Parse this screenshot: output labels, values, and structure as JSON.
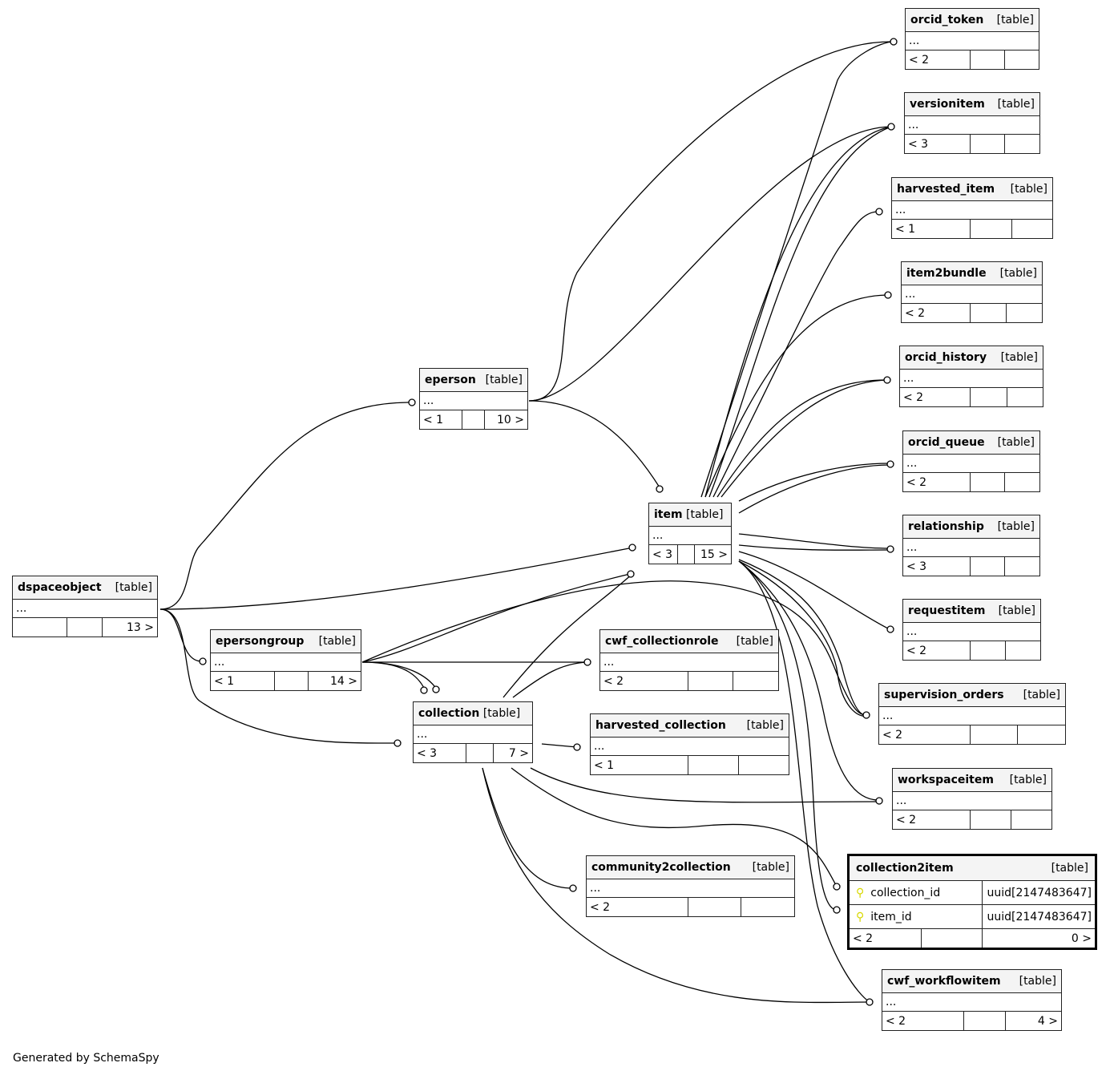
{
  "tables": {
    "orcid_token": {
      "name": "orcid_token",
      "type": "[table]",
      "cols": "...",
      "parents": "< 2",
      "children": ""
    },
    "versionitem": {
      "name": "versionitem",
      "type": "[table]",
      "cols": "...",
      "parents": "< 3",
      "children": ""
    },
    "harvested_item": {
      "name": "harvested_item",
      "type": "[table]",
      "cols": "...",
      "parents": "< 1",
      "children": ""
    },
    "item2bundle": {
      "name": "item2bundle",
      "type": "[table]",
      "cols": "...",
      "parents": "< 2",
      "children": ""
    },
    "orcid_history": {
      "name": "orcid_history",
      "type": "[table]",
      "cols": "...",
      "parents": "< 2",
      "children": ""
    },
    "orcid_queue": {
      "name": "orcid_queue",
      "type": "[table]",
      "cols": "...",
      "parents": "< 2",
      "children": ""
    },
    "relationship": {
      "name": "relationship",
      "type": "[table]",
      "cols": "...",
      "parents": "< 3",
      "children": ""
    },
    "requestitem": {
      "name": "requestitem",
      "type": "[table]",
      "cols": "...",
      "parents": "< 2",
      "children": ""
    },
    "supervision_orders": {
      "name": "supervision_orders",
      "type": "[table]",
      "cols": "...",
      "parents": "< 2",
      "children": ""
    },
    "workspaceitem": {
      "name": "workspaceitem",
      "type": "[table]",
      "cols": "...",
      "parents": "< 2",
      "children": ""
    },
    "cwf_workflowitem": {
      "name": "cwf_workflowitem",
      "type": "[table]",
      "cols": "...",
      "parents": "< 2",
      "children": "4 >"
    },
    "eperson": {
      "name": "eperson",
      "type": "[table]",
      "cols": "...",
      "parents": "< 1",
      "children": "10 >"
    },
    "item": {
      "name": "item",
      "type": "[table]",
      "cols": "...",
      "parents": "< 3",
      "children": "15 >"
    },
    "dspaceobject": {
      "name": "dspaceobject",
      "type": "[table]",
      "cols": "...",
      "parents": "",
      "children": "13 >"
    },
    "epersongroup": {
      "name": "epersongroup",
      "type": "[table]",
      "cols": "...",
      "parents": "< 1",
      "children": "14 >"
    },
    "cwf_collectionrole": {
      "name": "cwf_collectionrole",
      "type": "[table]",
      "cols": "...",
      "parents": "< 2",
      "children": ""
    },
    "collection": {
      "name": "collection",
      "type": "[table]",
      "cols": "...",
      "parents": "< 3",
      "children": "7 >"
    },
    "harvested_collection": {
      "name": "harvested_collection",
      "type": "[table]",
      "cols": "...",
      "parents": "< 1",
      "children": ""
    },
    "community2collection": {
      "name": "community2collection",
      "type": "[table]",
      "cols": "...",
      "parents": "< 2",
      "children": ""
    },
    "collection2item": {
      "name": "collection2item",
      "type": "[table]",
      "columns": [
        {
          "name": "collection_id",
          "type": "uuid[2147483647]",
          "key": "primary-key-icon"
        },
        {
          "name": "item_id",
          "type": "uuid[2147483647]",
          "key": "primary-key-icon"
        }
      ],
      "parents": "< 2",
      "children": "0 >"
    }
  },
  "footer": "Generated by SchemaSpy"
}
